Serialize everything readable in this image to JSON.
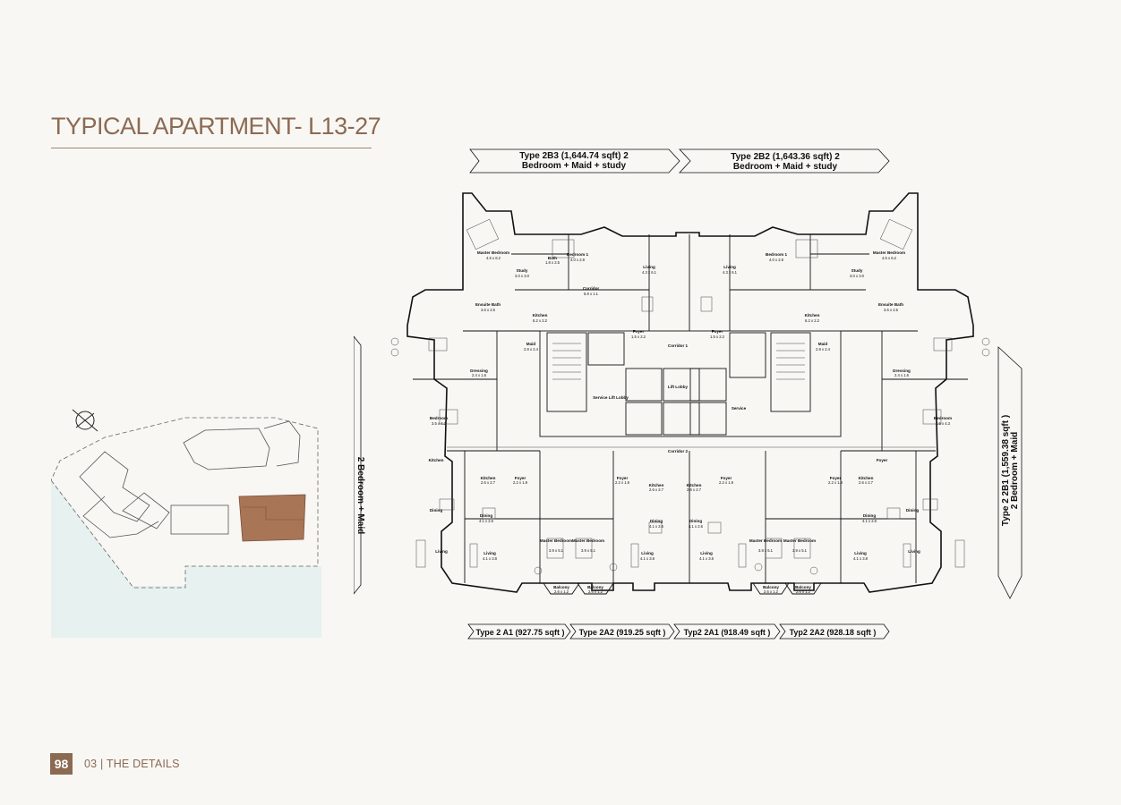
{
  "page": {
    "title": "TYPICAL APARTMENT- L13-27",
    "page_number": "98",
    "section": "03 | THE DETAILS"
  },
  "colors": {
    "accent": "#8c6a52",
    "highlight": "#a87556",
    "water": "#e7f1ef"
  },
  "unit_labels": {
    "top_left": {
      "line1": "Type 2B3 (1,644.74 sqft) 2",
      "line2": "Bedroom + Maid + study"
    },
    "top_right": {
      "line1": "Type 2B2 (1,643.36 sqft) 2",
      "line2": "Bedroom + Maid + study"
    },
    "left_side": "2 Bedroom + Maid",
    "right_side_line1": "Type 2 2B1 (1,559.38 sqft )",
    "right_side_line2": "2 Bedroom + Maid",
    "bottom": [
      "Type 2 A1 (927.75 sqft )",
      "Type 2A2 (919.25 sqft )",
      "Typ2 2A1 (918.49 sqft )",
      "Typ2 2A2 (928.18 sqft )"
    ]
  },
  "rooms": {
    "master_bedroom": "Master Bedroom",
    "master_bedroom_dim": "4.5 x 6.2",
    "bedroom1": "Bedroom 1",
    "bedroom1_dim": "4.0 x 2.9",
    "bath": "Bath",
    "bath_dim": "1.8 x 2.5",
    "study": "Study",
    "study_dim": "3.0 x 3.0",
    "living": "Living",
    "living_dim": "4.3 x 6.1",
    "corridor": "Corridor",
    "corridor_dim": "6.8 x 1.1",
    "ensuite_bath": "Ensuite Bath",
    "ensuite_bath_dim": "3.6 x 2.5",
    "kitchen": "Kitchen",
    "kitchen_dim": "6.2 x 2.2",
    "dining": "Dining",
    "maid": "Maid",
    "maid_dim": "2.8 x 2.4",
    "foyer": "Foyer",
    "foyer_dim": "1.5 x 2.2",
    "corridor1": "Corridor 1",
    "corridor2": "Corridor 2",
    "lift_lobby": "Lift Lobby",
    "service_lift_lobby": "Service Lift Lobby",
    "service": "Service",
    "dressing": "Dressing",
    "dressing_dim": "2.4 x 1.6",
    "bedroom": "Bedroom",
    "bedroom_dim": "3.5 x 4.3",
    "balcony": "Balcony",
    "balcony_dim": "2.6 x 1.2",
    "master_bedroom_s": "Master Bedroom",
    "master_bedroom_s_dim": "3.9 x 5.1",
    "living_s_dim": "4.1 x 3.8",
    "dining_s_dim": "4.1 x 2.6",
    "kitchen_s_dim": "2.6 x 2.7",
    "foyer_s_dim": "2.2 x 1.9"
  }
}
